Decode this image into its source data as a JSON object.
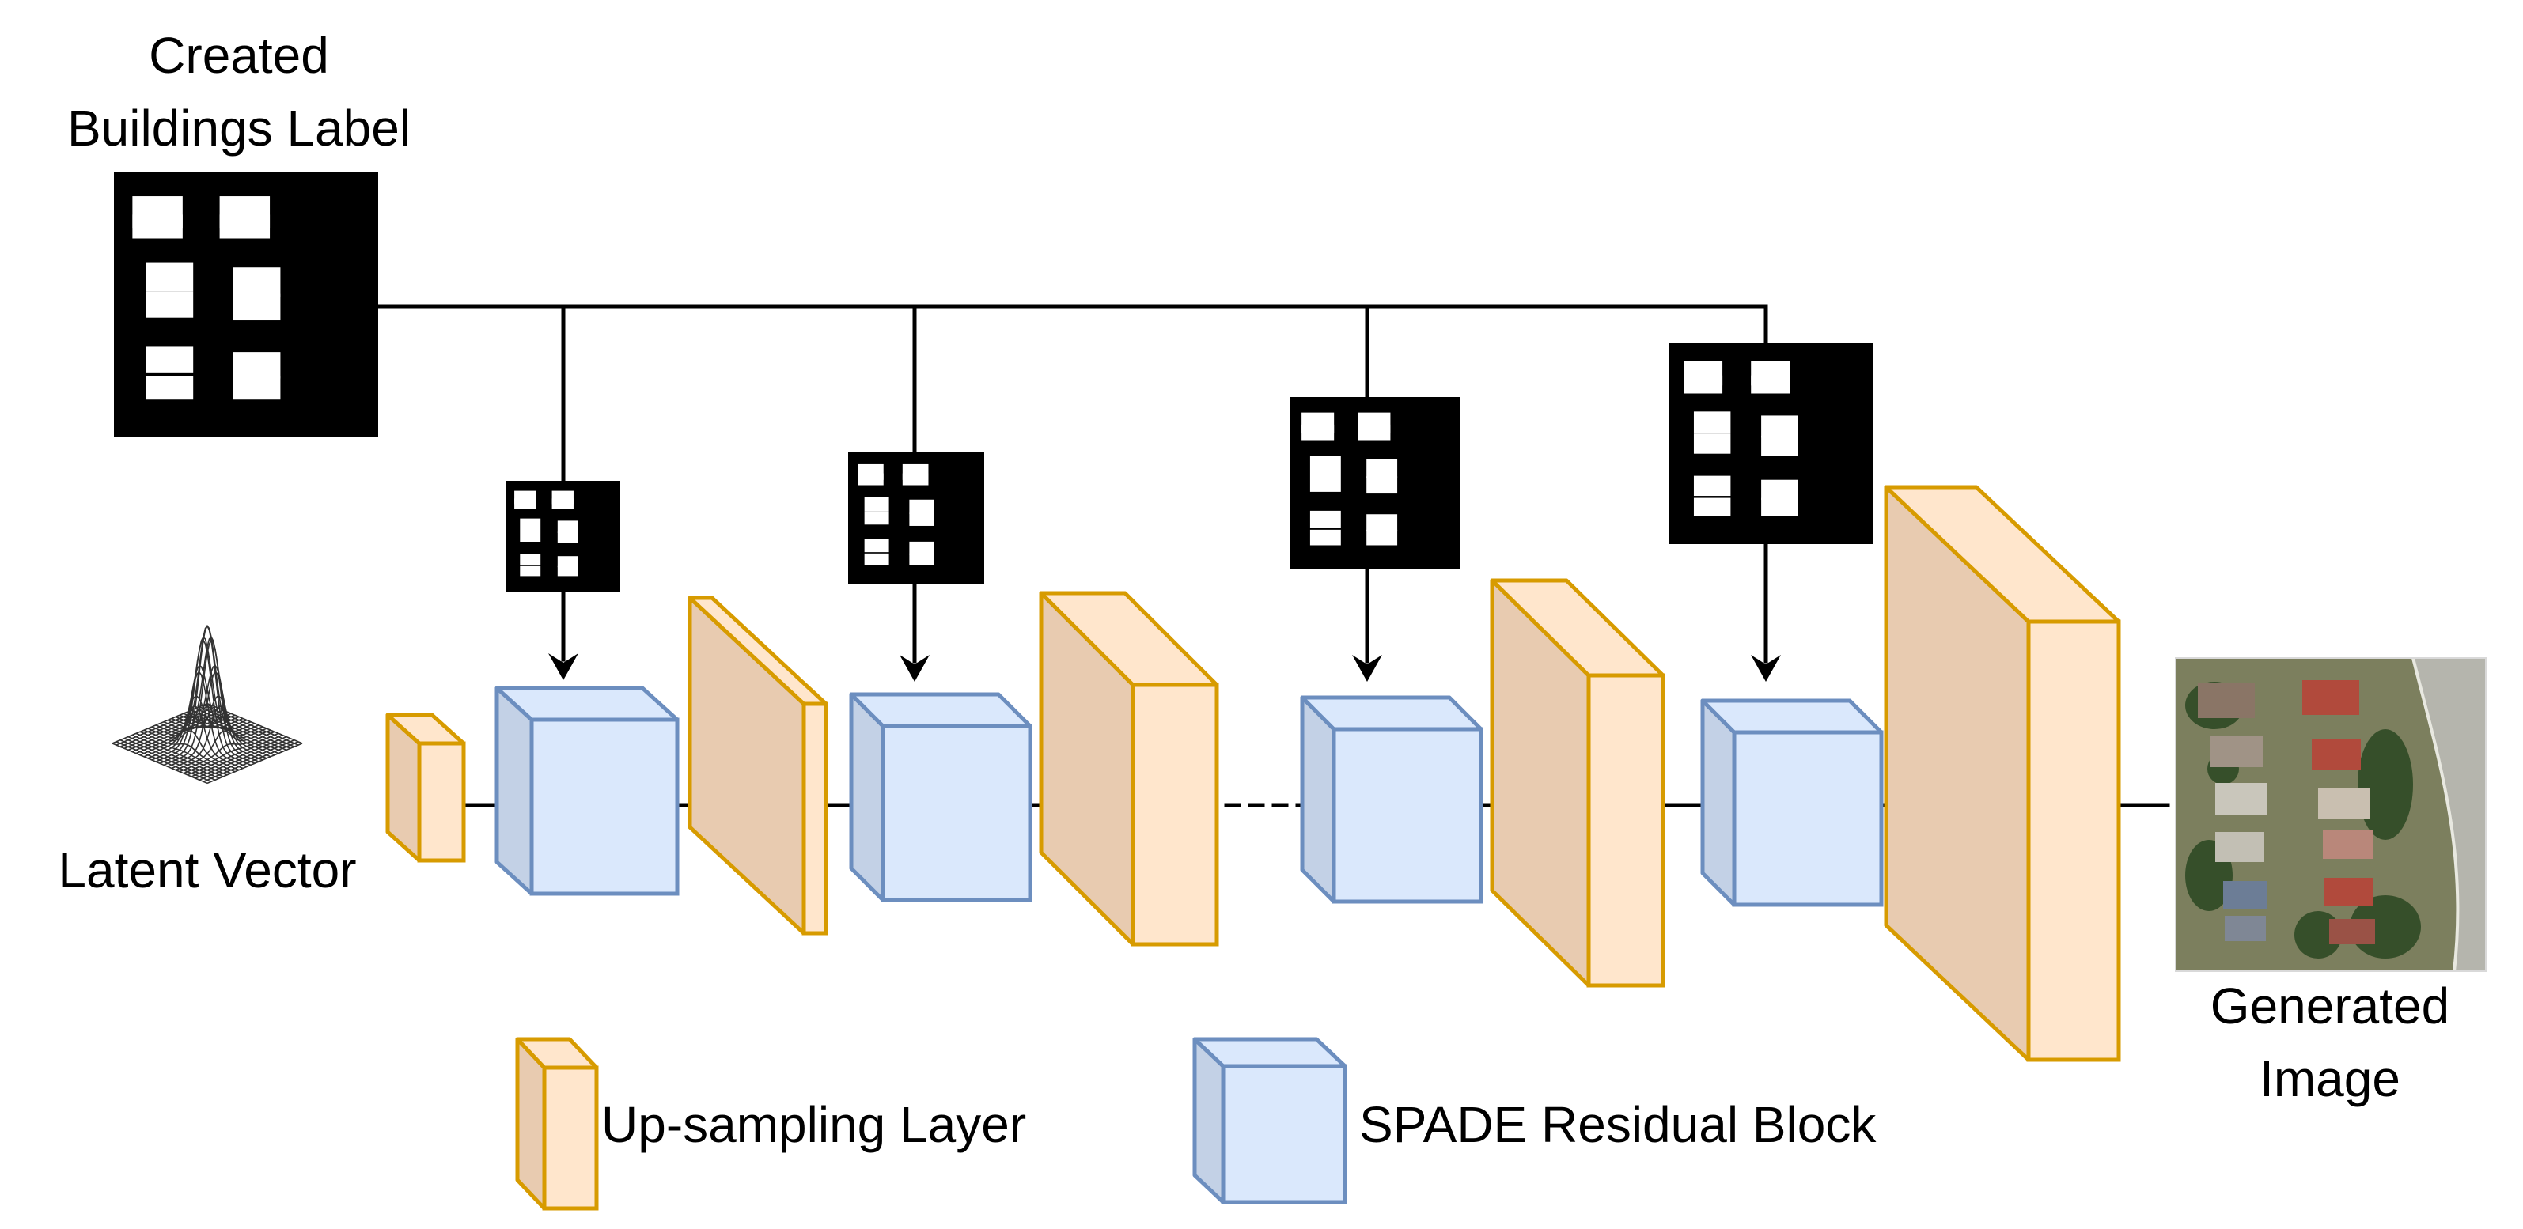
{
  "labels": {
    "title_line1": "Created",
    "title_line2": "Buildings Label",
    "latent": "Latent Vector",
    "generated_line1": "Generated",
    "generated_line2": "Image"
  },
  "legend": {
    "upsampling": "Up-sampling Layer",
    "spade": "SPADE Residual Block"
  },
  "colors": {
    "upsampling_fill": "#ffe6cc",
    "upsampling_side": "#e8cbb0",
    "upsampling_stroke": "#d79b00",
    "spade_fill": "#dae8fc",
    "spade_side": "#c3d1e6",
    "spade_stroke": "#6c8ebf",
    "label_map": "#000000",
    "building": "#ffffff"
  }
}
